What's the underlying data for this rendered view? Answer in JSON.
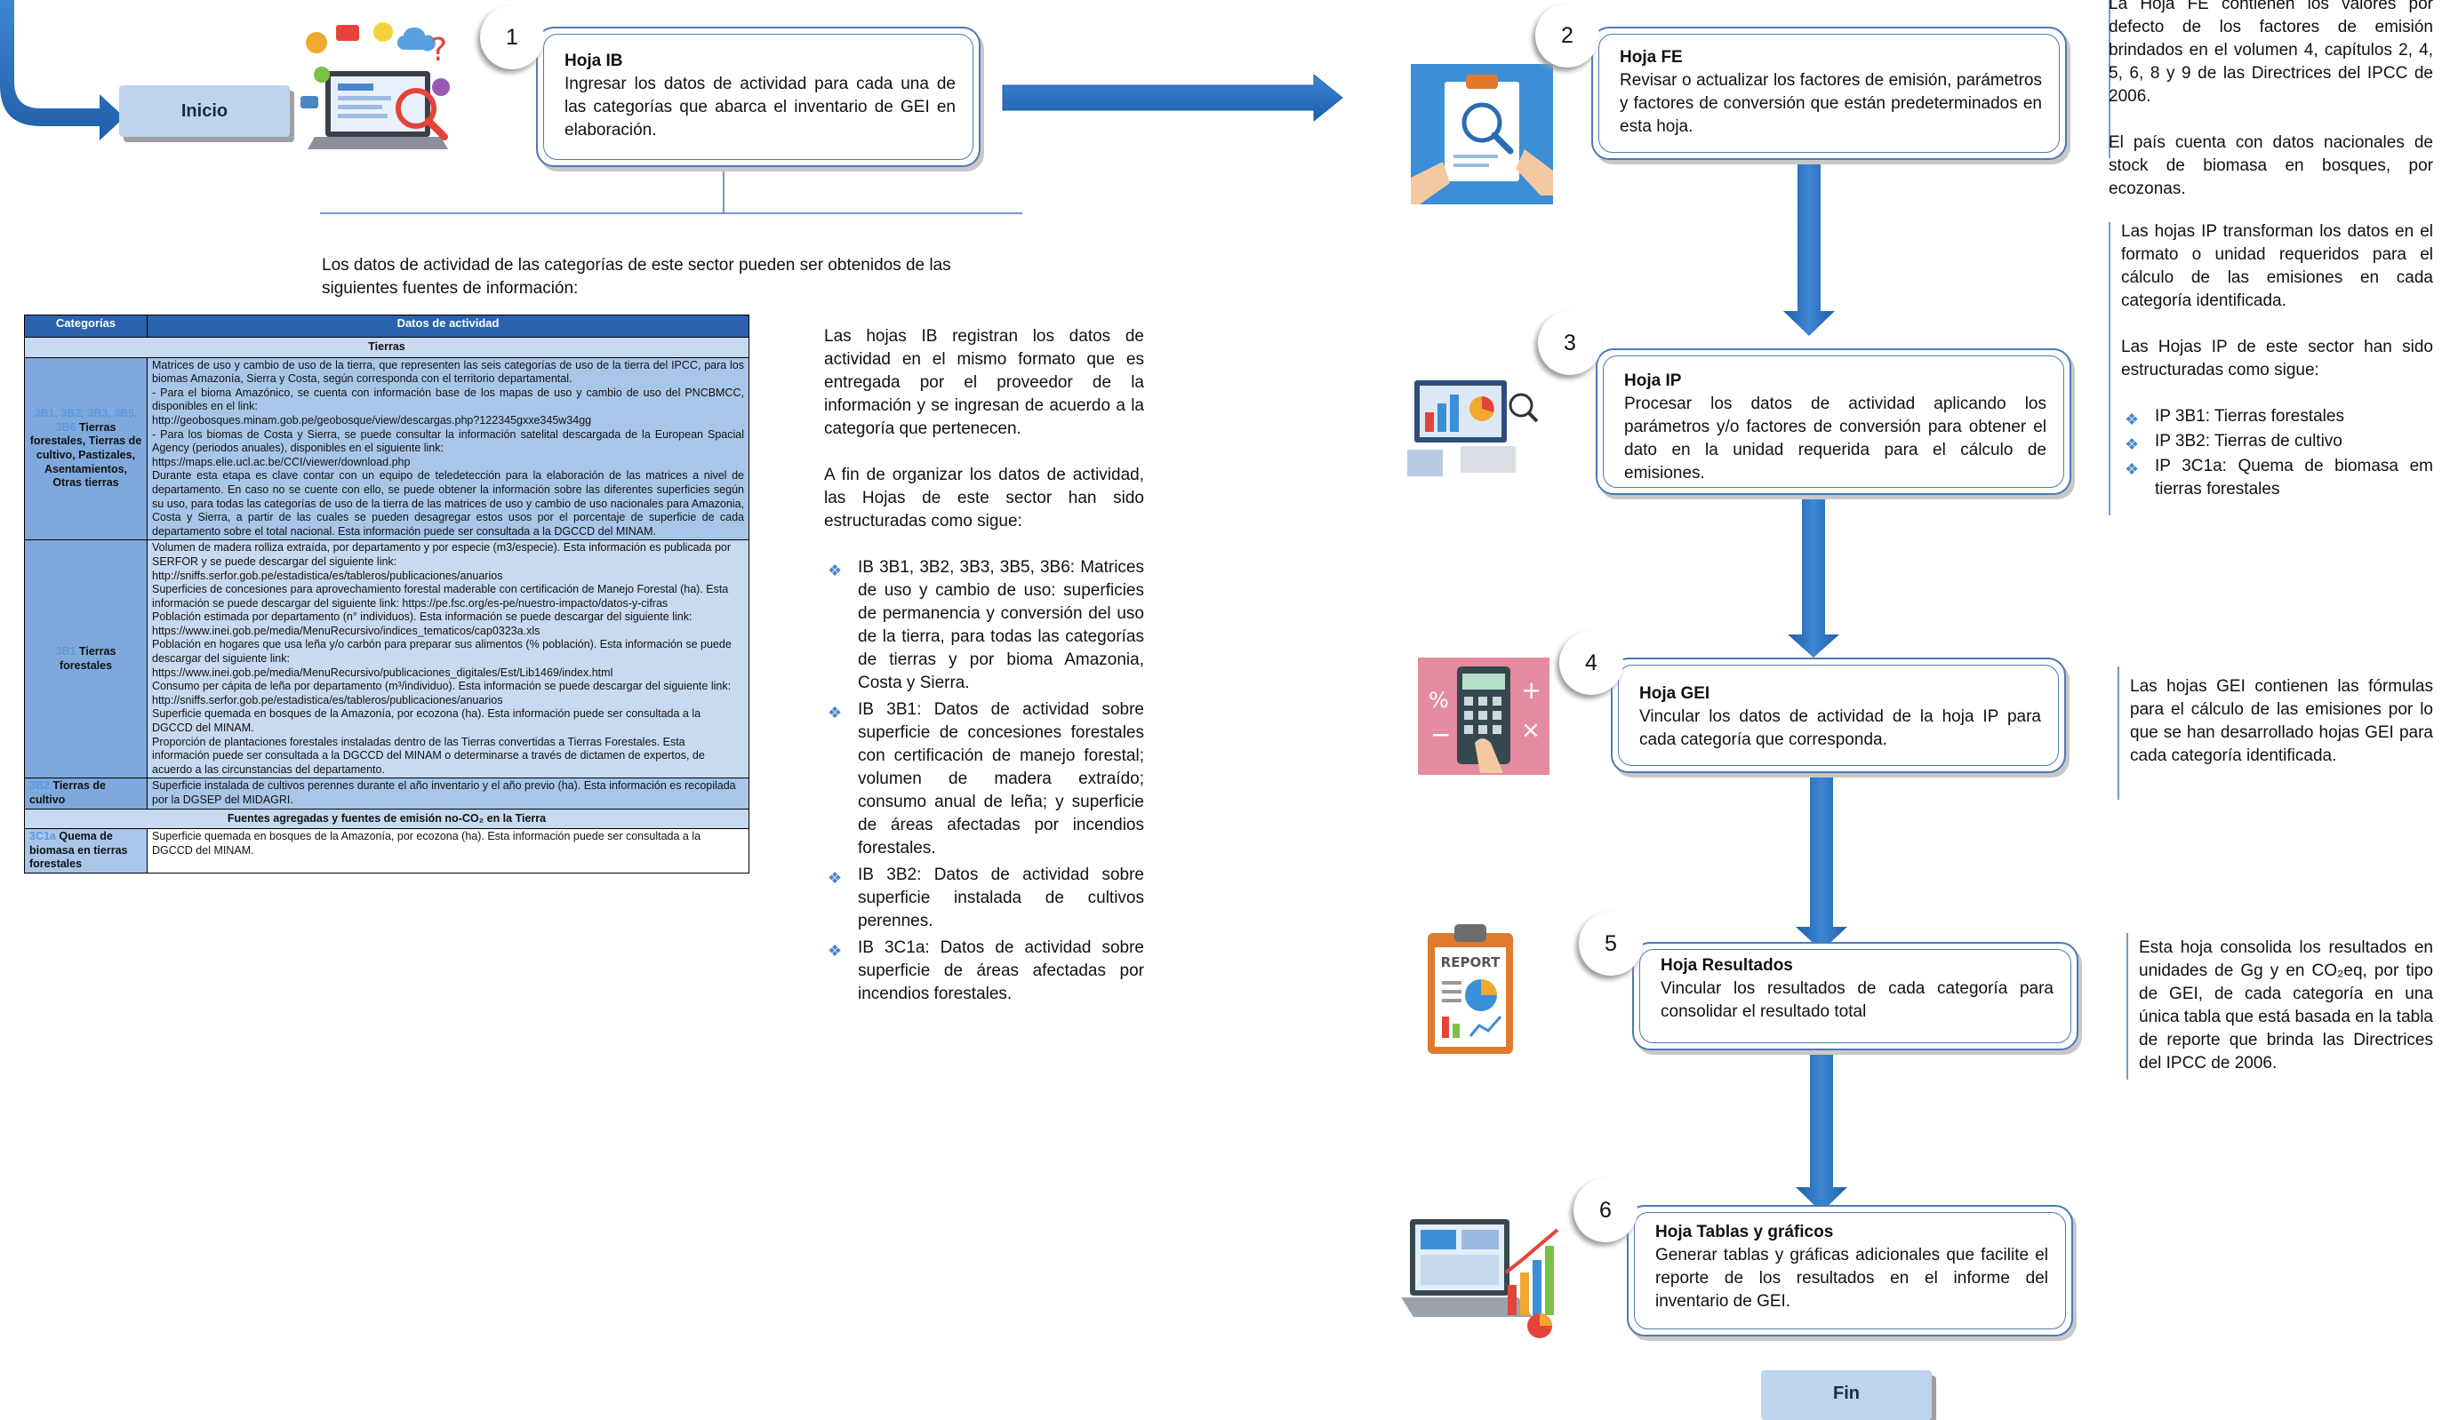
{
  "inicio_label": "Inicio",
  "fin_label": "Fin",
  "steps": [
    {
      "num": "1",
      "title": "Hoja IB",
      "text": "Ingresar los datos de actividad para cada una de las categorías que abarca el inventario de GEI en elaboración."
    },
    {
      "num": "2",
      "title": "Hoja FE",
      "text": "Revisar o actualizar los factores de emisión, parámetros y factores de conversión que están predeterminados en esta hoja."
    },
    {
      "num": "3",
      "title": "Hoja IP",
      "text": "Procesar los datos de actividad aplicando los parámetros y/o factores de conversión para obtener el dato en la unidad requerida para el cálculo de emisiones."
    },
    {
      "num": "4",
      "title": "Hoja GEI",
      "text": "Vincular los datos de actividad de la hoja IP para cada categoría que corresponda."
    },
    {
      "num": "5",
      "title": "Hoja Resultados",
      "text": "Vincular los resultados de cada categoría para consolidar el resultado total"
    },
    {
      "num": "6",
      "title": "Hoja Tablas y gráficos",
      "text": "Generar tablas y gráficas adicionales que facilite el reporte de los resultados en el informe del inventario de GEI."
    }
  ],
  "sources_intro": "Los datos de actividad de las categorías de este sector pueden ser obtenidos de las siguientes fuentes de información:",
  "table": {
    "headers": [
      "Categorías",
      "Datos de actividad"
    ],
    "section1": "Tierras",
    "row1_code": "3B1, 3B2, 3B3, 3B5, 3B6",
    "row1_cat": " Tierras forestales, Tierras de cultivo, Pastizales, Asentamientos, Otras tierras",
    "row1_text": "Matrices de uso y cambio de uso de la tierra, que representen las seis categorías de uso de la tierra del IPCC, para los biomas Amazonía, Sierra y Costa, según corresponda con el territorio departamental.\n- Para el bioma Amazónico, se cuenta con información base de los mapas de uso y cambio de uso del PNCBMCC, disponibles en el link:\nhttp://geobosques.minam.gob.pe/geobosque/view/descargas.php?122345gxxe345w34gg\n- Para los biomas de Costa y Sierra, se puede consultar la información satelital descargada de la European Spacial Agency (periodos anuales), disponibles en el siguiente link:\nhttps://maps.elie.ucl.ac.be/CCI/viewer/download.php\nDurante esta etapa es clave contar con un equipo de teledetección para la elaboración de las matrices a nivel de departamento. En caso no se cuente con ello, se puede obtener la información sobre las diferentes superficies según su uso, para todas las categorías de uso de la tierra de las matrices de uso y cambio de uso nacionales para Amazonia, Costa y Sierra, a partir de las cuales se pueden desagregar estos usos por el porcentaje de superficie de cada departamento sobre el total nacional. Esta información puede ser consultada a la DGCCD del MINAM.",
    "row2_code": "3B1",
    "row2_cat": " Tierras forestales",
    "row2_text": "Volumen de madera rolliza extraída, por departamento y por especie (m3/especie). Esta información es publicada por SERFOR y se puede descargar del siguiente link:\nhttp://sniffs.serfor.gob.pe/estadistica/es/tableros/publicaciones/anuarios\nSuperficies de concesiones para aprovechamiento forestal maderable con certificación de Manejo Forestal (ha). Esta información se puede descargar del siguiente link: https://pe.fsc.org/es-pe/nuestro-impacto/datos-y-cifras\nPoblación estimada por departamento (n° individuos). Esta información se puede descargar del siguiente link: https://www.inei.gob.pe/media/MenuRecursivo/indices_tematicos/cap0323a.xls\nPoblación en hogares que usa leña y/o carbón para preparar sus alimentos (% población). Esta información se puede descargar del siguiente link:\nhttps://www.inei.gob.pe/media/MenuRecursivo/publicaciones_digitales/Est/Lib1469/index.html\nConsumo per cápita de leña por departamento (m³/individuo). Esta información se puede descargar del siguiente link:\nhttp://sniffs.serfor.gob.pe/estadistica/es/tableros/publicaciones/anuarios\nSuperficie quemada en bosques de la Amazonía, por ecozona (ha). Esta información puede ser consultada a la DGCCD del MINAM.\nProporción de plantaciones forestales instaladas dentro de las Tierras convertidas a Tierras Forestales. Esta información puede ser consultada a la DGCCD del MINAM o determinarse a través de dictamen de expertos, de acuerdo a las circunstancias del departamento.",
    "row3_code": "3B2",
    "row3_cat": " Tierras de cultivo",
    "row3_text": "Superficie instalada de cultivos perennes durante el año inventario y el año previo (ha). Esta información es recopilada por la DGSEP del MIDAGRI.",
    "section2": "Fuentes agregadas y fuentes de emisión no-CO₂ en la Tierra",
    "row4_code": "3C1a",
    "row4_cat": " Quema de biomasa en tierras forestales",
    "row4_text": "Superficie quemada en bosques de la Amazonía, por ecozona (ha). Esta información puede ser consultada a la DGCCD del MINAM."
  },
  "ib_note": {
    "p1": "Las hojas IB registran los datos de actividad en el mismo formato que es entregada por el proveedor de la información y se ingresan de acuerdo a la categoría que pertenecen.",
    "p2": "A fin de organizar los datos de actividad, las Hojas de este sector han sido estructuradas como sigue:",
    "bullets": [
      "IB 3B1, 3B2, 3B3, 3B5, 3B6: Matrices de uso y cambio de uso: superficies de permanencia y conversión del uso de la tierra, para todas las categorías de tierras y por bioma Amazonia, Costa y Sierra.",
      "IB 3B1: Datos de actividad sobre superficie de concesiones forestales con certificación de manejo forestal; volumen de madera extraído; consumo anual de leña; y superficie de áreas afectadas por incendios forestales.",
      "IB 3B2: Datos de actividad sobre superficie instalada de cultivos perennes.",
      "IB 3C1a: Datos de actividad sobre superficie de áreas afectadas por incendios forestales."
    ]
  },
  "fe_note": {
    "p1": "La Hoja FE contienen los valores por defecto de los factores de emisión brindados en el volumen 4, capítulos 2, 4, 5, 6, 8 y 9 de las Directrices del IPCC de 2006.",
    "p2": "El país cuenta con datos nacionales de stock de biomasa en bosques, por ecozonas."
  },
  "ip_note": {
    "p1": "Las hojas IP transforman los datos en el formato o unidad requeridos para el cálculo de las emisiones en cada categoría identificada.",
    "p2": "Las Hojas IP de este sector han sido estructuradas como sigue:",
    "bullets": [
      "IP 3B1: Tierras forestales",
      "IP 3B2: Tierras de cultivo",
      "IP 3C1a: Quema de biomasa em tierras forestales"
    ]
  },
  "gei_note": "Las hojas GEI contienen las fórmulas para el cálculo de las emisiones por lo que se han desarrollado hojas GEI para cada categoría identificada.",
  "res_note": "Esta hoja consolida los resultados en unidades de Gg y en CO₂eq, por tipo de GEI, de cada categoría en una única tabla que está basada en la tabla de reporte que brinda las Directrices del IPCC de 2006.",
  "report_label": "REPORT",
  "icons": [
    "computer-icon",
    "document-magnifier-icon",
    "analytics-dashboard-icon",
    "calculator-icon",
    "report-clipboard-icon",
    "laptop-charts-icon",
    "diamond-bullet-icon"
  ],
  "colors": {
    "accent": "#2e6fb7",
    "box_border": "#4a7ab8",
    "pill": "#bed3ec",
    "table_header": "#2b62ae"
  }
}
